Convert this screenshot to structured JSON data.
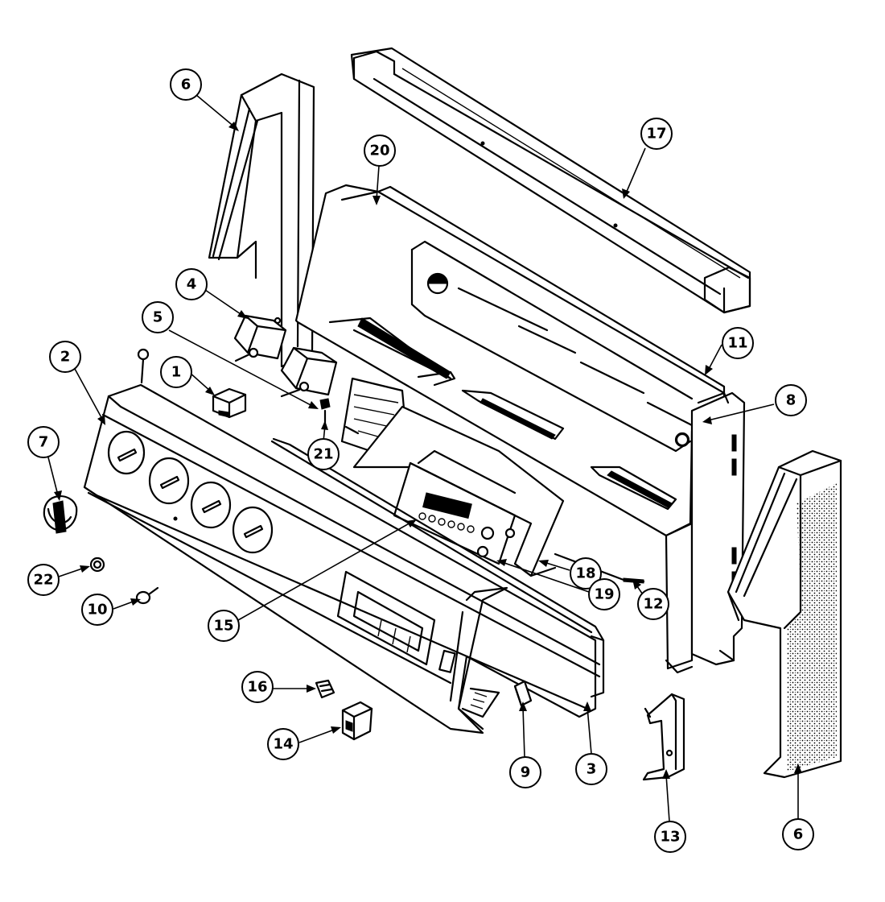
{
  "callouts": [
    {
      "id": "c6a",
      "label": "6"
    },
    {
      "id": "c17",
      "label": "17"
    },
    {
      "id": "c20",
      "label": "20"
    },
    {
      "id": "c4",
      "label": "4"
    },
    {
      "id": "c5",
      "label": "5"
    },
    {
      "id": "c2",
      "label": "2"
    },
    {
      "id": "c1",
      "label": "1"
    },
    {
      "id": "c11",
      "label": "11"
    },
    {
      "id": "c8",
      "label": "8"
    },
    {
      "id": "c7",
      "label": "7"
    },
    {
      "id": "c21",
      "label": "21"
    },
    {
      "id": "c22",
      "label": "22"
    },
    {
      "id": "c18",
      "label": "18"
    },
    {
      "id": "c10",
      "label": "10"
    },
    {
      "id": "c15",
      "label": "15"
    },
    {
      "id": "c19",
      "label": "19"
    },
    {
      "id": "c12",
      "label": "12"
    },
    {
      "id": "c16",
      "label": "16"
    },
    {
      "id": "c14",
      "label": "14"
    },
    {
      "id": "c9",
      "label": "9"
    },
    {
      "id": "c3",
      "label": "3"
    },
    {
      "id": "c13",
      "label": "13"
    },
    {
      "id": "c6b",
      "label": "6"
    }
  ]
}
